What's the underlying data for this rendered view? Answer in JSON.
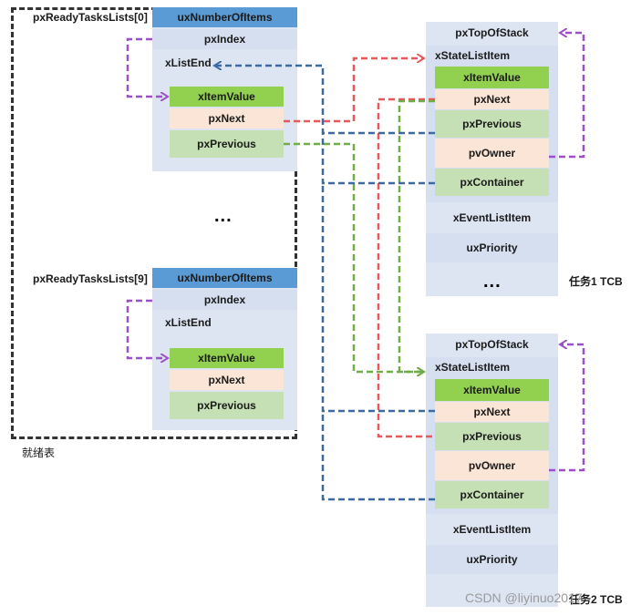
{
  "ready_list": {
    "label_top": "pxReadyTasksLists[0]",
    "label_bottom": "pxReadyTasksLists[9]",
    "dots": "...",
    "caption": "就绪表",
    "list0": {
      "header": "uxNumberOfItems",
      "index": "pxIndex",
      "list_end": "xListEnd",
      "item_value": "xItemValue",
      "next": "pxNext",
      "previous": "pxPrevious"
    },
    "list9": {
      "header": "uxNumberOfItems",
      "index": "pxIndex",
      "list_end": "xListEnd",
      "item_value": "xItemValue",
      "next": "pxNext",
      "previous": "pxPrevious"
    }
  },
  "tcb1": {
    "top_of_stack": "pxTopOfStack",
    "state_list_item": "xStateListItem",
    "item_value": "xItemValue",
    "next": "pxNext",
    "previous": "pxPrevious",
    "owner": "pvOwner",
    "container": "pxContainer",
    "event_list_item": "xEventListItem",
    "priority": "uxPriority",
    "dots": "...",
    "label": "任务1 TCB"
  },
  "tcb2": {
    "top_of_stack": "pxTopOfStack",
    "state_list_item": "xStateListItem",
    "item_value": "xItemValue",
    "next": "pxNext",
    "previous": "pxPrevious",
    "owner": "pvOwner",
    "container": "pxContainer",
    "event_list_item": "xEventListItem",
    "priority": "uxPriority",
    "label": "任务2 TCB"
  },
  "watermark": "CSDN @liyinuo2017",
  "colors": {
    "header": "#5b9bd5",
    "item_value": "#92d050",
    "next": "#fbe5d6",
    "previous": "#c5e0b4",
    "arrow_purple": "#9b4fc8",
    "arrow_red": "#e8575a",
    "arrow_green": "#70ad47",
    "arrow_blue": "#3c6aa0"
  }
}
